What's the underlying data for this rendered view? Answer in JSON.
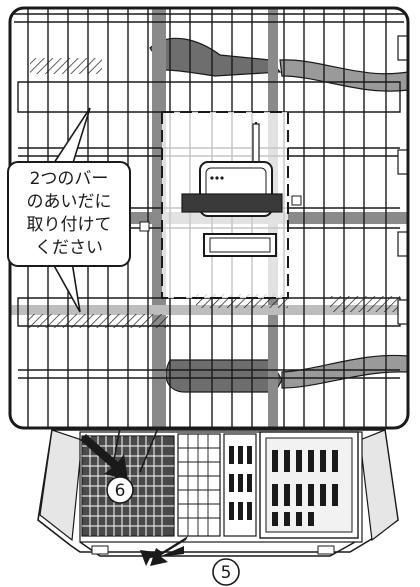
{
  "callout": {
    "lines": [
      "2つのバー",
      "のあいだに",
      "取り付けて",
      "ください"
    ]
  },
  "steps": {
    "step6": "6",
    "step5": "5"
  },
  "colors": {
    "line": "#1a1a1a",
    "grey": "#7a7a7a",
    "light_grey": "#bdbdbd",
    "background": "#ffffff"
  },
  "icons": {
    "device": "sensor-device-icon",
    "arrow": "push-arrow-icon"
  }
}
